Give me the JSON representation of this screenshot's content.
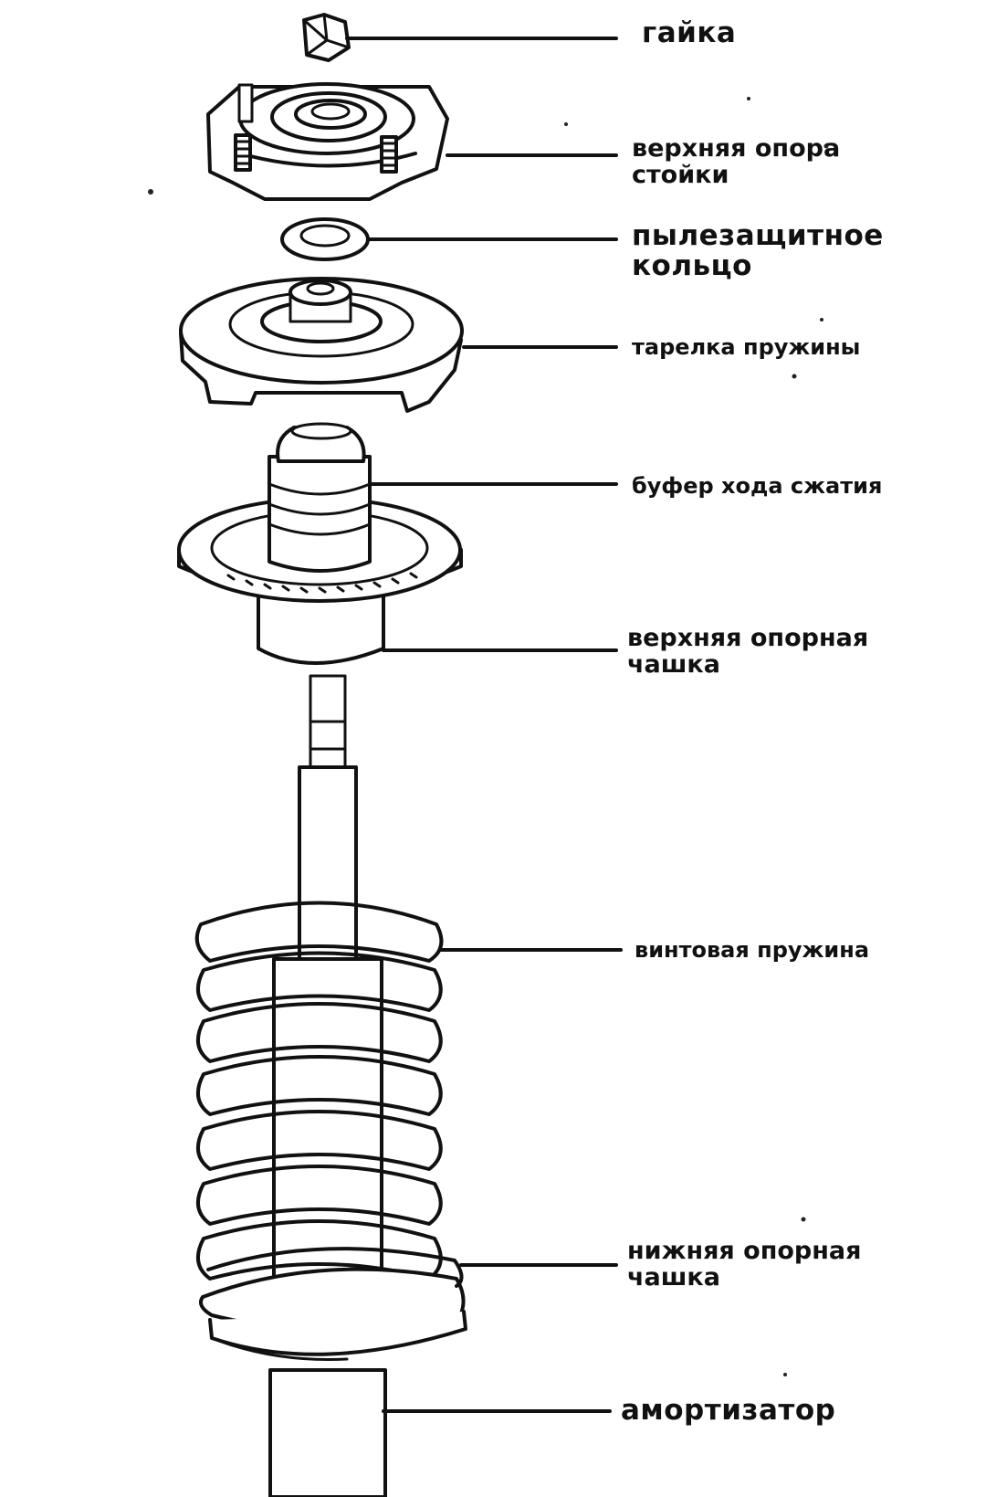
{
  "labels": {
    "nut": "гайка",
    "strut_top_mount": [
      "верхняя опора",
      "стойки"
    ],
    "dust_ring": [
      "пылезащитное",
      "кольцо"
    ],
    "spring_plate": "тарелка пружины",
    "bump_stop": "буфер хода сжатия",
    "upper_spring_seat": [
      "верхняя опорная",
      "чашка"
    ],
    "coil_spring": "винтовая пружина",
    "lower_spring_seat": [
      "нижняя опорная",
      "чашка"
    ],
    "shock_absorber": "амортизатор"
  },
  "colors": {
    "line": "#111111",
    "background": "#ffffff"
  }
}
